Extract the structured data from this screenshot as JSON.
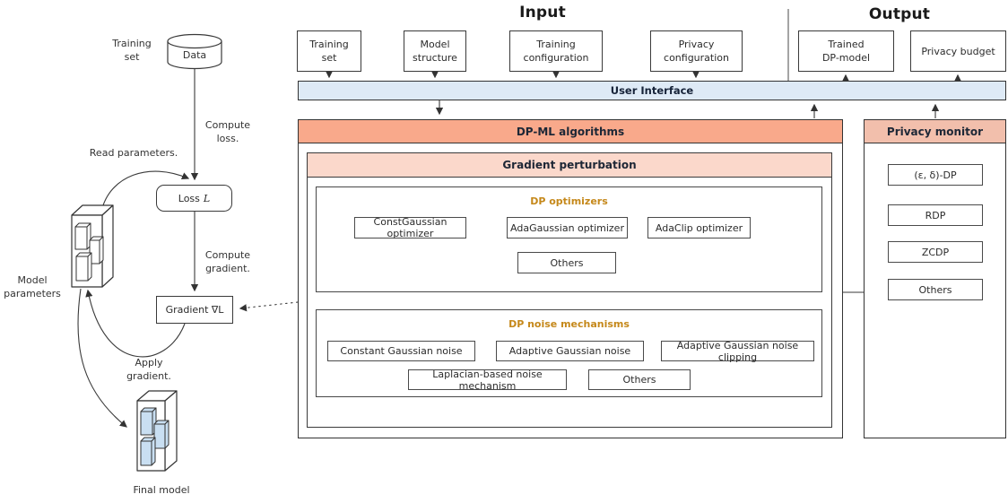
{
  "left_diagram": {
    "training_set_label": "Training\nset",
    "data_label": "Data",
    "compute_loss_label": "Compute\nloss.",
    "read_parameters_label": "Read parameters.",
    "loss_label": "Loss",
    "loss_symbol": "L",
    "compute_gradient_label": "Compute\ngradient.",
    "gradient_label": "Gradient ∇L",
    "model_parameters_label": "Model\nparameters",
    "apply_gradient_label": "Apply\ngradient.",
    "final_model_label": "Final model"
  },
  "pipeline": {
    "input_heading": "Input",
    "output_heading": "Output",
    "user_interface_label": "User Interface",
    "input_boxes": [
      {
        "label": "Training\nset"
      },
      {
        "label": "Model\nstructure"
      },
      {
        "label": "Training\nconfiguration"
      },
      {
        "label": "Privacy\nconfiguration"
      }
    ],
    "output_boxes": [
      {
        "label": "Trained\nDP-model"
      },
      {
        "label": "Privacy budget"
      }
    ]
  },
  "dpml": {
    "header": "DP-ML algorithms",
    "gradient_perturbation_header": "Gradient perturbation",
    "dp_optimizers": {
      "title": "DP optimizers",
      "boxes": [
        "ConstGaussian optimizer",
        "AdaGaussian optimizer",
        "AdaClip optimizer",
        "Others"
      ]
    },
    "dp_noise": {
      "title": "DP noise mechanisms",
      "boxes": [
        "Constant Gaussian noise",
        "Adaptive Gaussian noise",
        "Adaptive Gaussian noise clipping",
        "Laplacian-based noise mechanism",
        "Others"
      ]
    }
  },
  "privacy_monitor": {
    "header": "Privacy monitor",
    "boxes": [
      "(ε, δ)-DP",
      "RDP",
      "ZCDP",
      "Others"
    ]
  },
  "colors": {
    "dpml_header_bg": "#F9A98B",
    "perturbation_header_bg": "#FBD8CB",
    "monitor_header_bg": "#F2BFAC",
    "ui_bar_bg": "#DEEAF6",
    "accent_gold": "#C5881A",
    "final_model_fill": "#C9DFF2",
    "line_color": "#3a3a3a"
  }
}
